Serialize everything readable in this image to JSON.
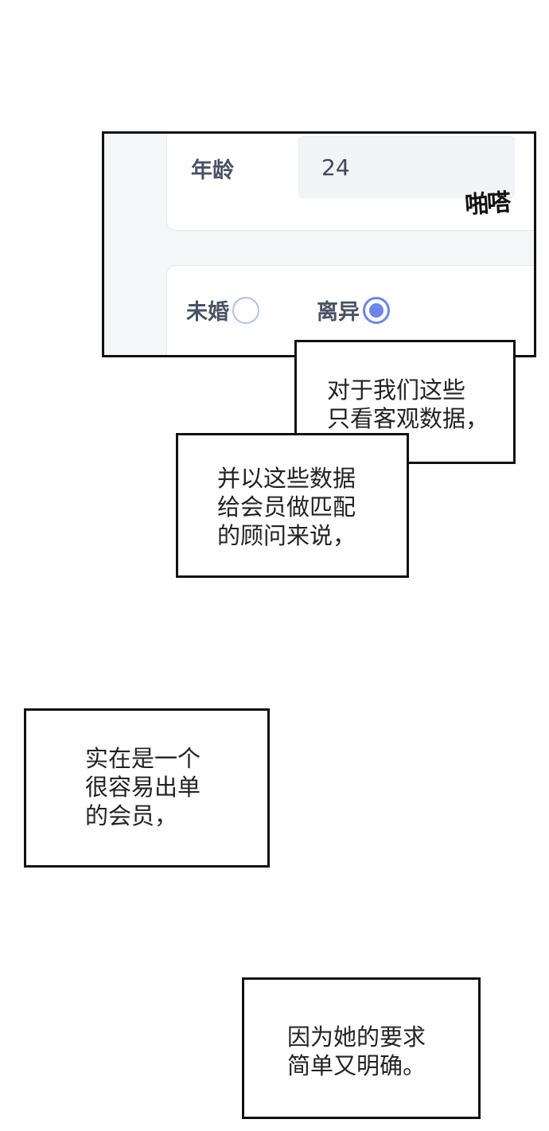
{
  "form": {
    "age_label": "年龄",
    "age_value": "24",
    "sound_effect": "啪嗒",
    "marital_options": [
      {
        "label": "未婚",
        "selected": false
      },
      {
        "label": "离异",
        "selected": true
      }
    ],
    "colors": {
      "label_text": "#4a5263",
      "radio_selected": "#6f84e8",
      "radio_unselected": "#b3bdf0"
    }
  },
  "speech": {
    "box1": "对于我们这些\n只看客观数据，",
    "box2": "并以这些数据\n给会员做匹配\n的顾问来说，",
    "box3": "实在是一个\n很容易出单\n的会员，",
    "box4": "因为她的要求\n简单又明确。"
  }
}
